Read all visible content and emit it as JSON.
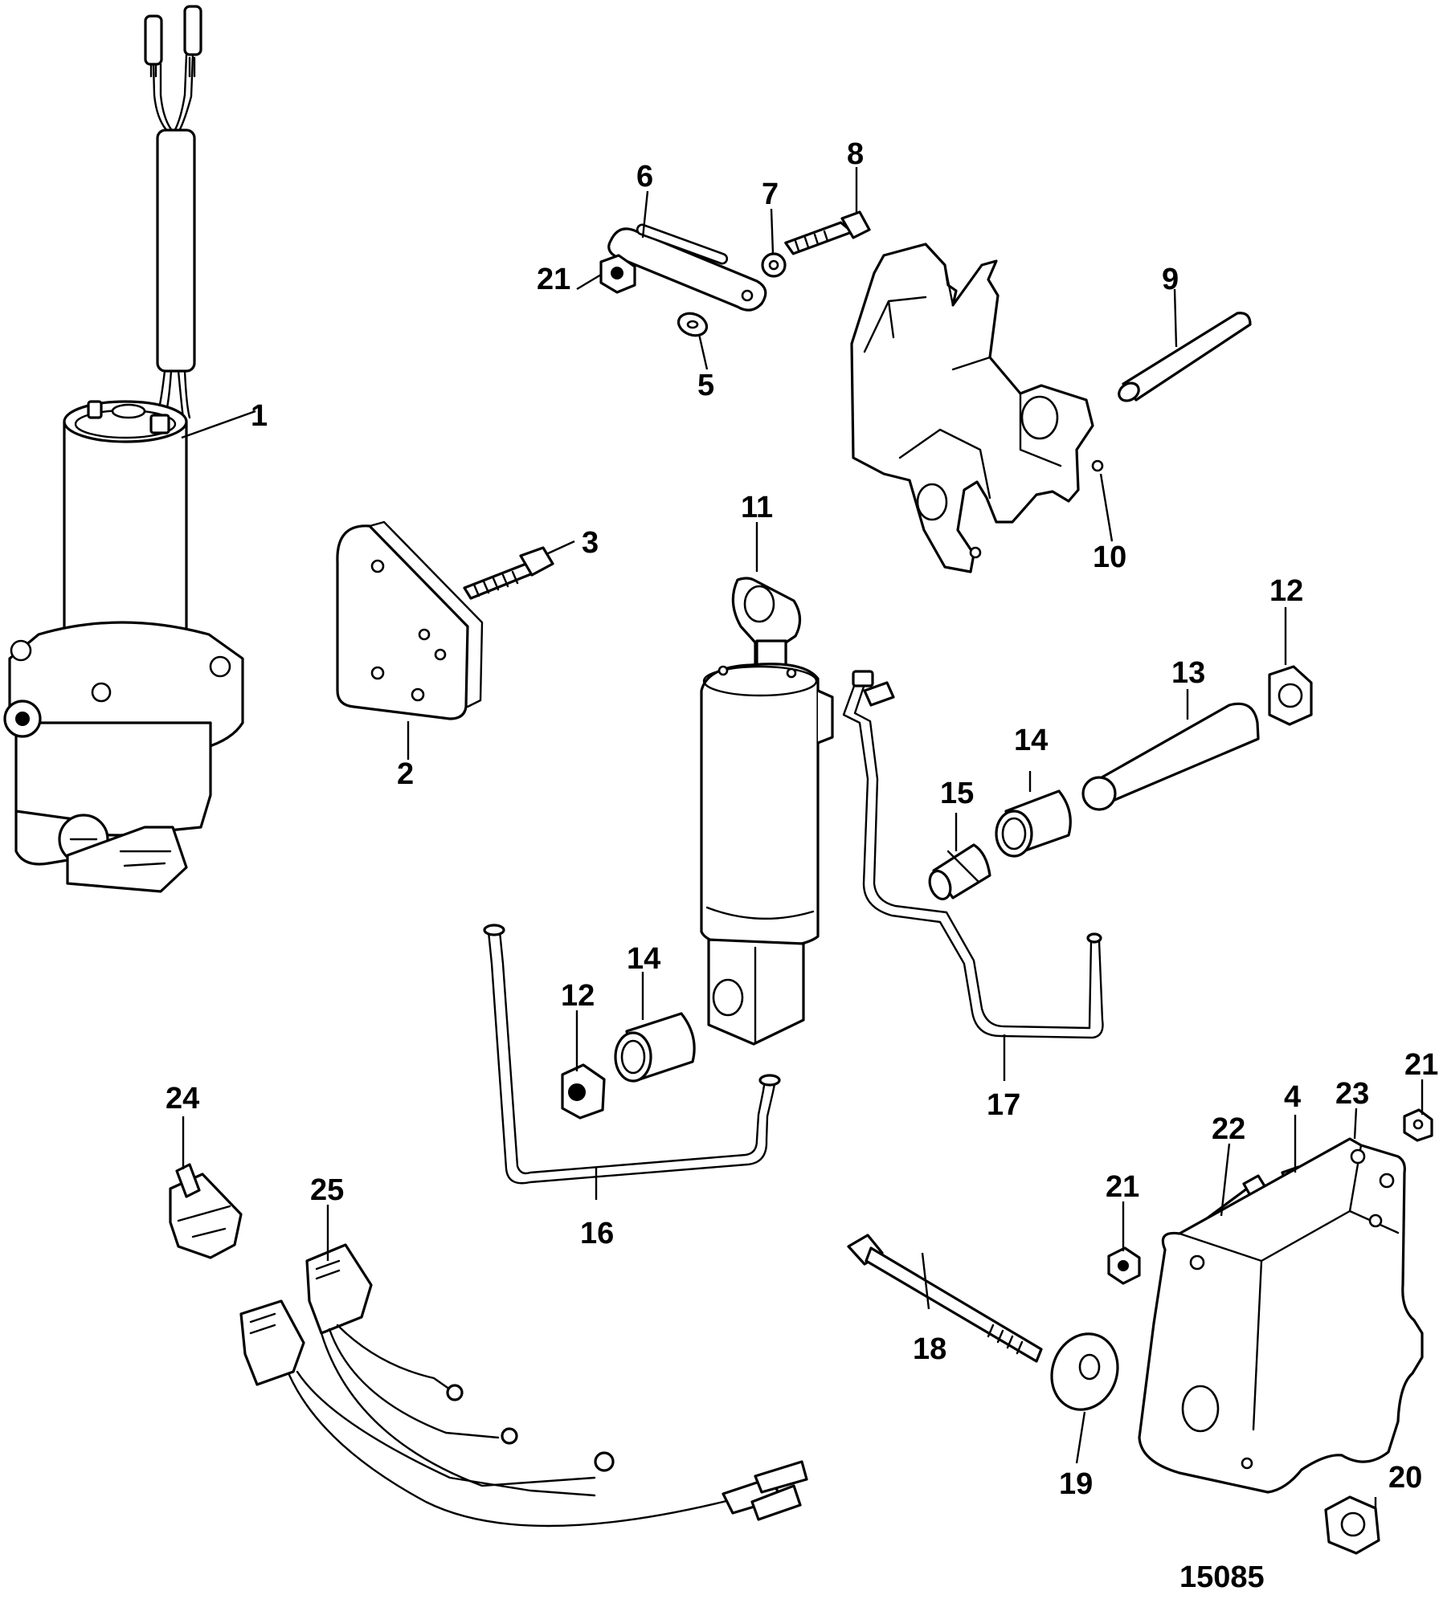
{
  "figure": {
    "figure_number": "15085",
    "callouts": [
      {
        "id": "c1",
        "label": "1"
      },
      {
        "id": "c2",
        "label": "2"
      },
      {
        "id": "c3",
        "label": "3"
      },
      {
        "id": "c4",
        "label": "4"
      },
      {
        "id": "c5",
        "label": "5"
      },
      {
        "id": "c6",
        "label": "6"
      },
      {
        "id": "c7",
        "label": "7"
      },
      {
        "id": "c8",
        "label": "8"
      },
      {
        "id": "c9",
        "label": "9"
      },
      {
        "id": "c10",
        "label": "10"
      },
      {
        "id": "c11",
        "label": "11"
      },
      {
        "id": "c12a",
        "label": "12"
      },
      {
        "id": "c12b",
        "label": "12"
      },
      {
        "id": "c13",
        "label": "13"
      },
      {
        "id": "c14a",
        "label": "14"
      },
      {
        "id": "c14b",
        "label": "14"
      },
      {
        "id": "c15",
        "label": "15"
      },
      {
        "id": "c16",
        "label": "16"
      },
      {
        "id": "c17",
        "label": "17"
      },
      {
        "id": "c18",
        "label": "18"
      },
      {
        "id": "c19",
        "label": "19"
      },
      {
        "id": "c20",
        "label": "20"
      },
      {
        "id": "c21a",
        "label": "21"
      },
      {
        "id": "c21b",
        "label": "21"
      },
      {
        "id": "c21c",
        "label": "21"
      },
      {
        "id": "c22",
        "label": "22"
      },
      {
        "id": "c23",
        "label": "23"
      },
      {
        "id": "c24",
        "label": "24"
      },
      {
        "id": "c25",
        "label": "25"
      }
    ]
  }
}
